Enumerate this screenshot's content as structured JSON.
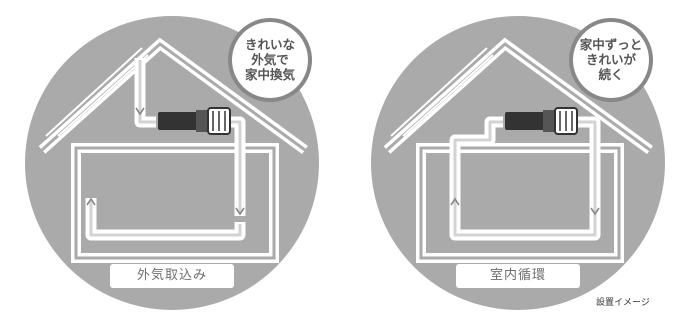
{
  "panels": [
    {
      "bubble_lines": [
        "きれいな",
        "外気で",
        "家中換気"
      ],
      "mode_label": "外気取込み"
    },
    {
      "bubble_lines": [
        "家中ずっと",
        "きれいが",
        "続く"
      ],
      "mode_label": "室内循環"
    }
  ],
  "caption": "設置イメージ",
  "colors": {
    "circle": "#aaaaaa",
    "bubble": "#888888",
    "duct": "#ffffff",
    "unit": "#333333"
  },
  "icons": {
    "airflow_arrow": "arrow-icon",
    "fan": "fan-icon"
  }
}
